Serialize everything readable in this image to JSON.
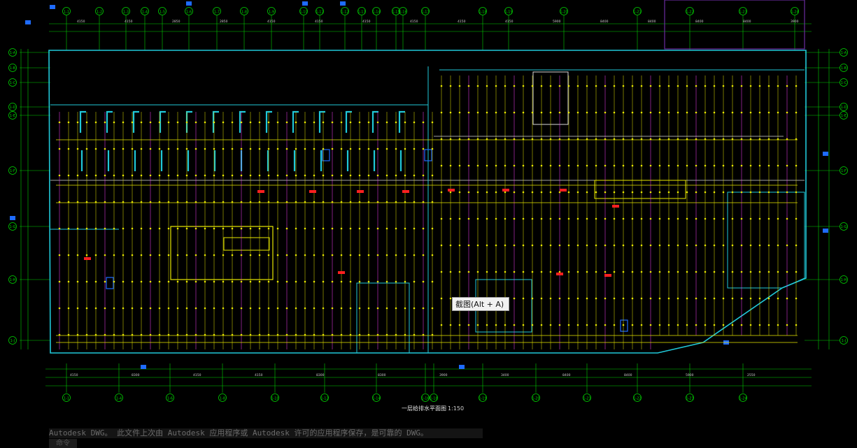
{
  "tooltip": {
    "text": "截图(Alt + A)"
  },
  "status_bar": {
    "message": "Autodesk DWG。  此文件上次由 Autodesk 应用程序或 Autodesk 许可的应用程序保存，是可靠的 DWG。",
    "extra": "命令"
  },
  "drawing": {
    "title": "一层给排水平面图",
    "scale": "1:150"
  },
  "grid_labels_top": [
    "1-1",
    "1-2",
    "1-3",
    "1-4",
    "1-5",
    "1-6",
    "1-7",
    "1-8",
    "1-9",
    "1-10",
    "1-11",
    "1-12",
    "1-13",
    "1-14",
    "1-15",
    "1-16",
    "1-17",
    "1-18",
    "1-19",
    "1-20",
    "1-21",
    "1-22",
    "1-23",
    "1-24"
  ],
  "grid_labels_bottom": [
    "1-1",
    "1-4",
    "1-6",
    "1-8",
    "1-10",
    "1-12",
    "1-14",
    "1-16",
    "1-18",
    "1-19",
    "1-20",
    "1-21",
    "1-22",
    "1-23",
    "1-24"
  ],
  "grid_labels_side": [
    "1-A",
    "1-B",
    "1-C",
    "1-D",
    "1-E",
    "1-F",
    "1-G",
    "1-H",
    "1-J"
  ],
  "dims_top": [
    "4150",
    "4150",
    "2850",
    "2850",
    "4150",
    "4150",
    "4150",
    "4150",
    "4150",
    "4150",
    "5900",
    "8400",
    "8400",
    "8400",
    "8400",
    "3900"
  ],
  "dims_bottom": [
    "4150",
    "8300",
    "4150",
    "4150",
    "8300",
    "8300",
    "3900",
    "3400",
    "8400",
    "8400",
    "5900",
    "2550"
  ],
  "colors": {
    "background": "#000000",
    "grid_green": "#00d000",
    "wall_cyan": "#20c8d8",
    "pipe_yellow": "#e8e800",
    "pipe_white": "#d8d8d8",
    "accent_blue": "#1e6bff",
    "text_red": "#ff2020",
    "magenta": "#ff40ff"
  }
}
